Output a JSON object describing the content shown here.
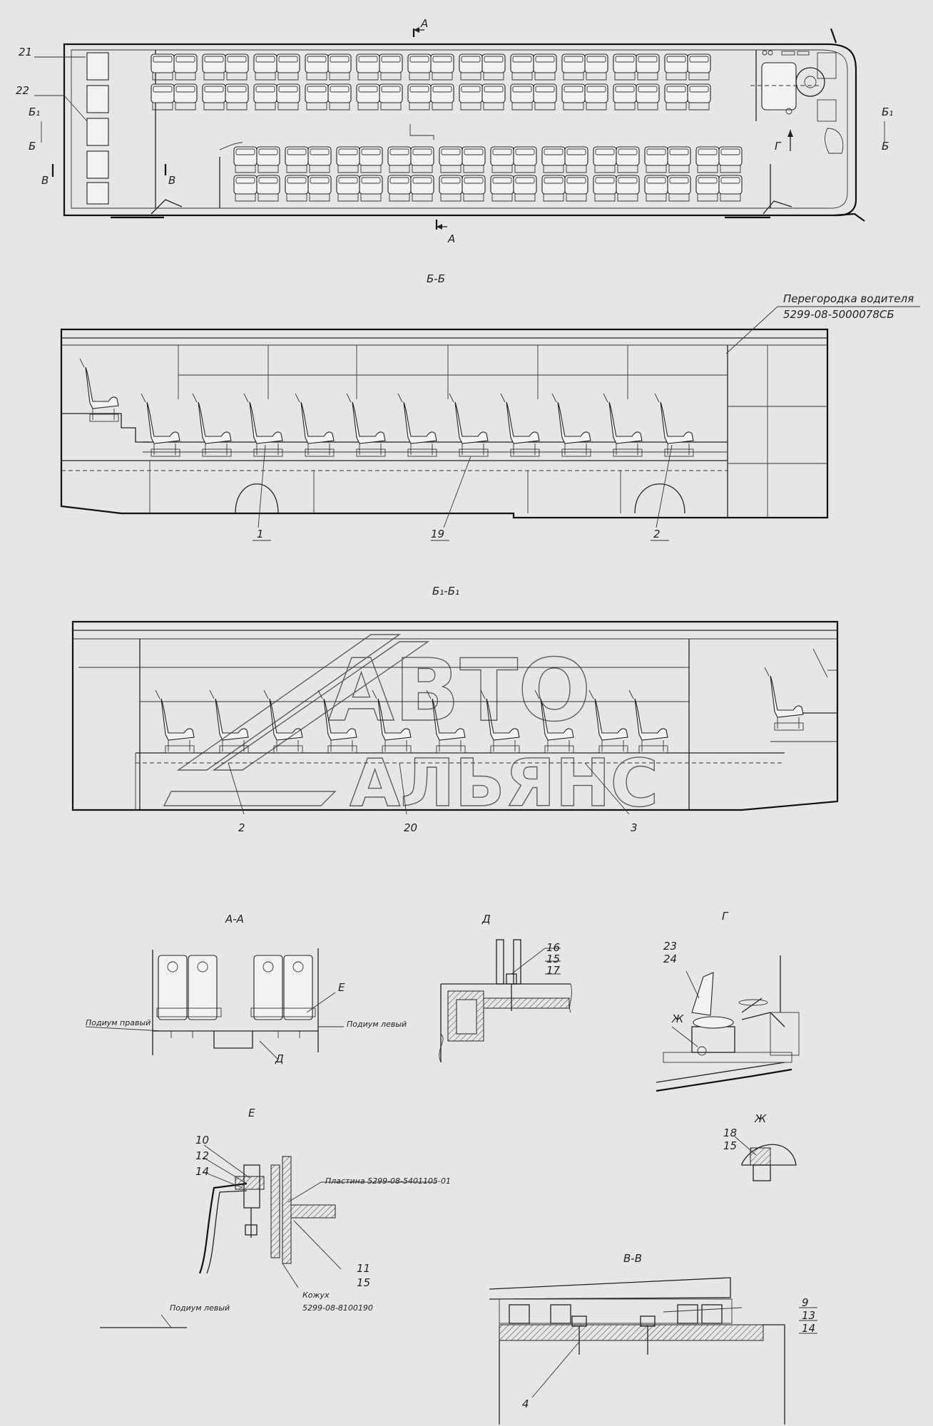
{
  "views": {
    "bb": "Б-Б",
    "b1b1": "Б₁-Б₁",
    "aa": "А-А",
    "d": "Д",
    "g": "Г",
    "e": "Е",
    "zh": "Ж",
    "vv": "В-В"
  },
  "section_marks": {
    "a": "А",
    "b": "Б",
    "b1": "Б₁",
    "v": "В",
    "g": "Г"
  },
  "notes": {
    "partition_title": "Перегородка водителя",
    "partition_code": "5299-08-5000078СБ",
    "podium_right": "Подиум правый",
    "podium_left": "Подиум левый",
    "plate": "Пластина 5299-08-5401105-01",
    "casing_title": "Кожух",
    "casing_code": "5299-08-8100190"
  },
  "callouts": {
    "c21": "21",
    "c22": "22",
    "c1": "1",
    "c19": "19",
    "c2": "2",
    "c20": "20",
    "c3": "3",
    "c16": "16",
    "c15": "15",
    "c17": "17",
    "c23": "23",
    "c24": "24",
    "c10": "10",
    "c12": "12",
    "c14": "14",
    "c11": "11",
    "c18": "18",
    "c9": "9",
    "c13": "13",
    "c4": "4"
  },
  "watermark": {
    "line1": "АВТО",
    "line2": "АЛЬЯНС"
  }
}
